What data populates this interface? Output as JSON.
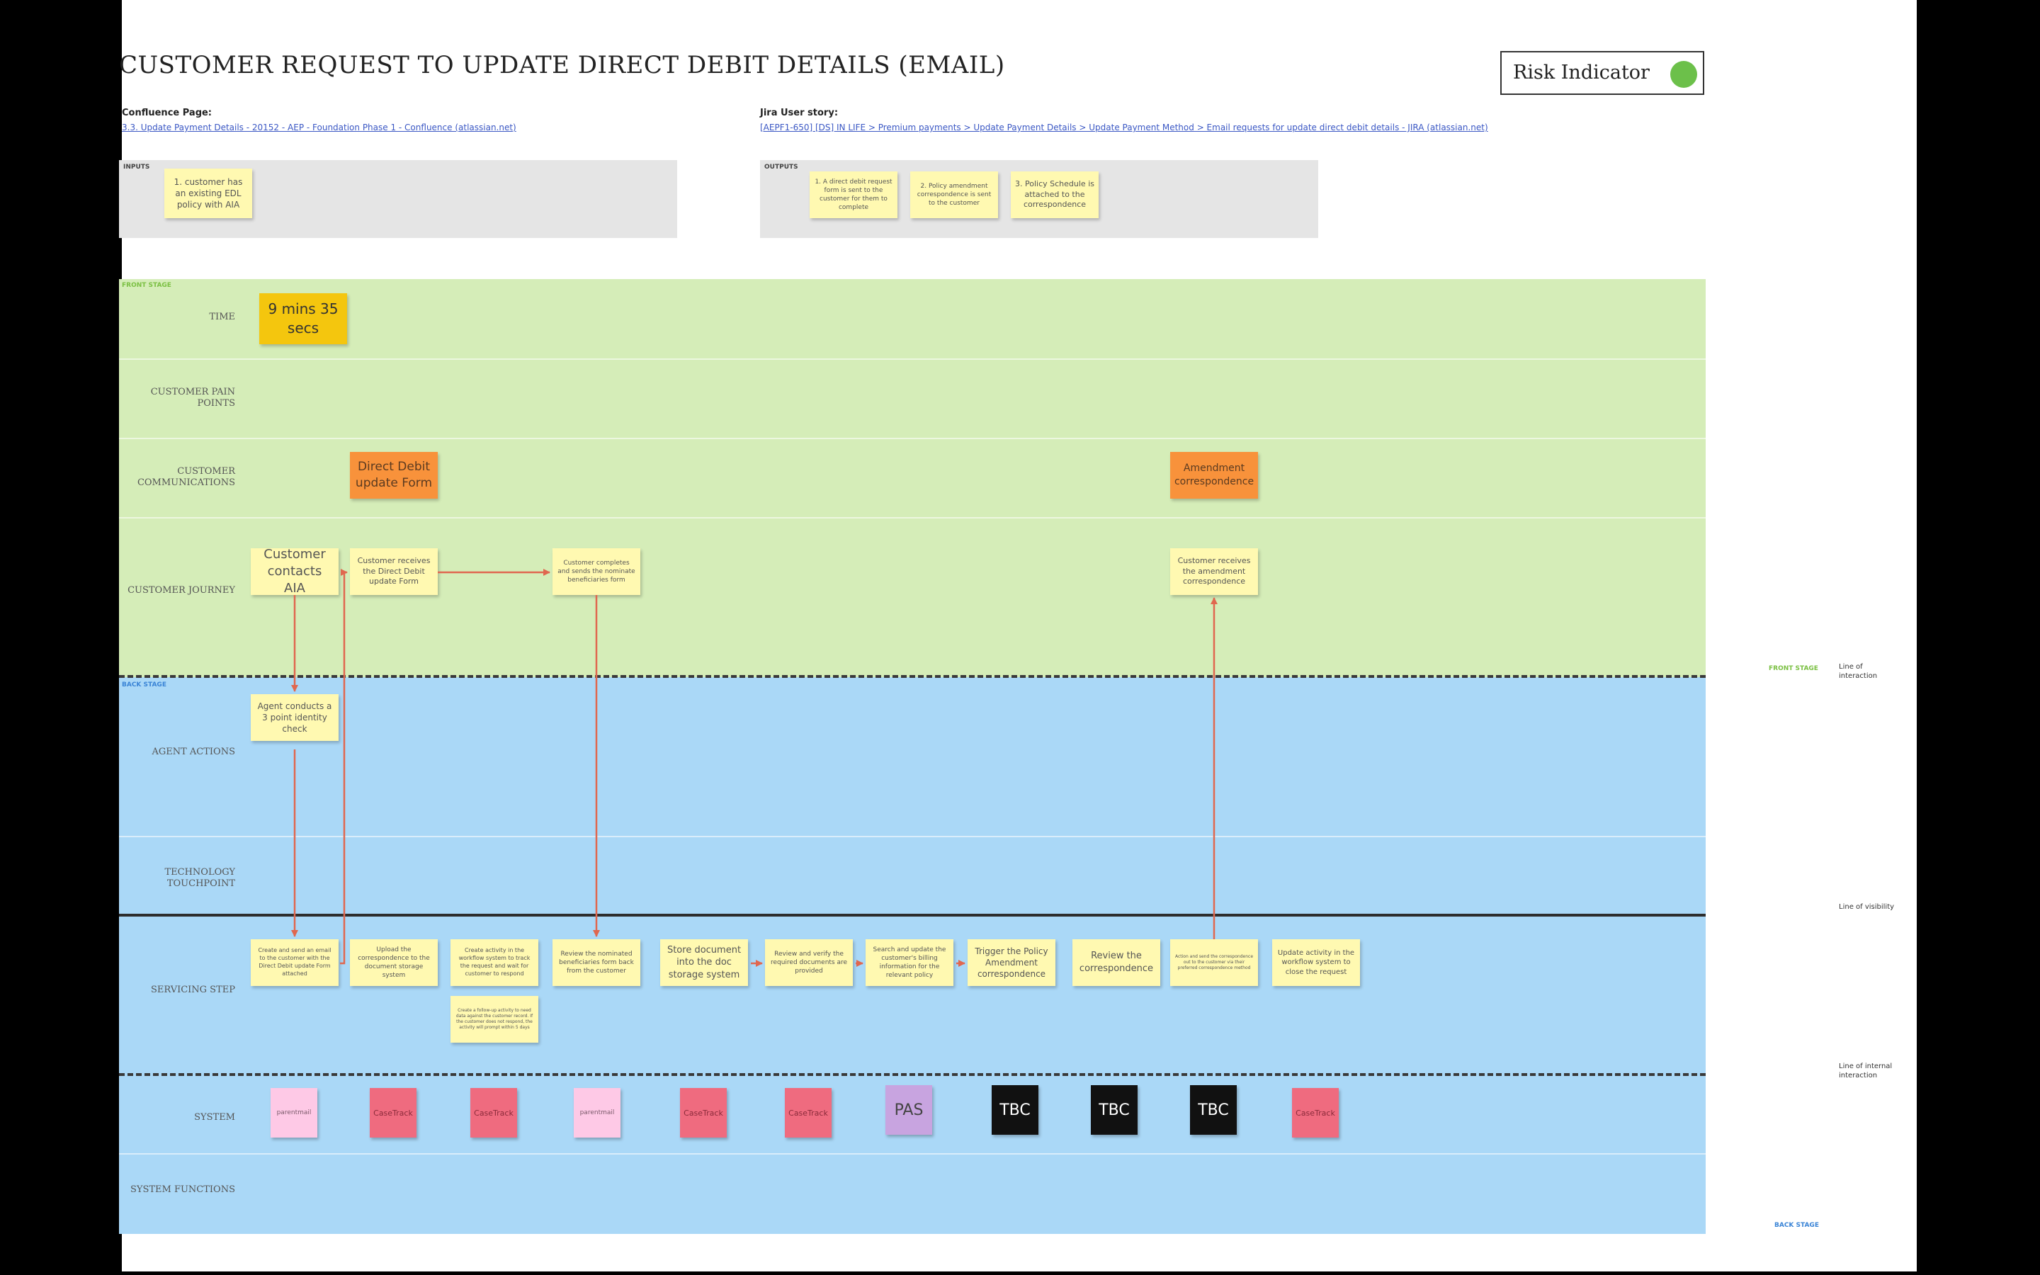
{
  "title": "CUSTOMER REQUEST TO UPDATE DIRECT DEBIT DETAILS (EMAIL)",
  "risk_indicator": {
    "label": "Risk Indicator",
    "color": "#6cc04a"
  },
  "confluence": {
    "label": "Confluence Page:",
    "link": "3.3. Update Payment Details - 20152 - AEP - Foundation Phase 1 - Confluence (atlassian.net)"
  },
  "jira": {
    "label": "Jira User story:",
    "link": "[AEPF1-650] [DS] IN LIFE > Premium payments > Update Payment Details > Update Payment Method > Email requests for update direct debit details - JIRA (atlassian.net)"
  },
  "inputs": {
    "label": "INPUTS",
    "notes": [
      "1. customer has an existing EDL policy with AIA"
    ]
  },
  "outputs": {
    "label": "OUTPUTS",
    "notes": [
      "1. A direct debit request form is sent to the customer for them to complete",
      "2. Policy amendment correspondence is sent to the customer",
      "3. Policy Schedule is attached to the correspondence"
    ]
  },
  "zones": {
    "front": "FRONT STAGE",
    "back": "BACK STAGE"
  },
  "rows": [
    "TIME",
    "CUSTOMER PAIN POINTS",
    "CUSTOMER COMMUNICATIONS",
    "CUSTOMER JOURNEY",
    "AGENT ACTIONS",
    "TECHNOLOGY TOUCHPOINT",
    "SERVICING STEP",
    "SYSTEM",
    "SYSTEM FUNCTIONS"
  ],
  "lines": {
    "interaction": "Line of interaction",
    "visibility": "Line of visibility",
    "internal": "Line of internal interaction"
  },
  "time_note": "9 mins 35 secs",
  "communications": [
    "Direct Debit update Form",
    "Amendment correspondence"
  ],
  "journey": [
    "Customer contacts AIA",
    "Customer receives the Direct Debit update Form",
    "Customer completes and sends the nominate beneficiaries form",
    "Customer receives the amendment correspondence"
  ],
  "agent_actions": [
    "Agent conducts a 3 point identity check"
  ],
  "servicing_steps": [
    "Create and send an email to the customer with the Direct Debit update Form attached",
    "Upload the correspondence to the document storage system",
    "Create activity in the workflow system to track the request and wait for customer to respond",
    "Review the nominated beneficiaries form back from the customer",
    "Store document into the doc storage system",
    "Review and verify the required documents are provided",
    "Search and update the customer's billing information for the relevant policy",
    "Trigger the Policy Amendment correspondence",
    "Review the correspondence",
    "Action and send the correspondence out to the customer via their preferred correspondence method",
    "Update activity in the workflow system to close the request"
  ],
  "servicing_sub_note": "Create a follow-up activity to need data against the customer record. If the customer does not respond, the activity will prompt within 5 days",
  "systems": [
    "parentmail",
    "CaseTrack",
    "CaseTrack",
    "parentmail",
    "CaseTrack",
    "CaseTrack",
    "PAS",
    "TBC",
    "TBC",
    "TBC",
    "CaseTrack"
  ],
  "colors": {
    "front_stage": "#d5edb8",
    "back_stage": "#aad8f7",
    "sticky": "#fff9b1",
    "communication": "#f8923b",
    "time": "#f4c60e",
    "arrow": "#e0674f",
    "front_label": "#7bc043",
    "back_label": "#3a84d6"
  }
}
